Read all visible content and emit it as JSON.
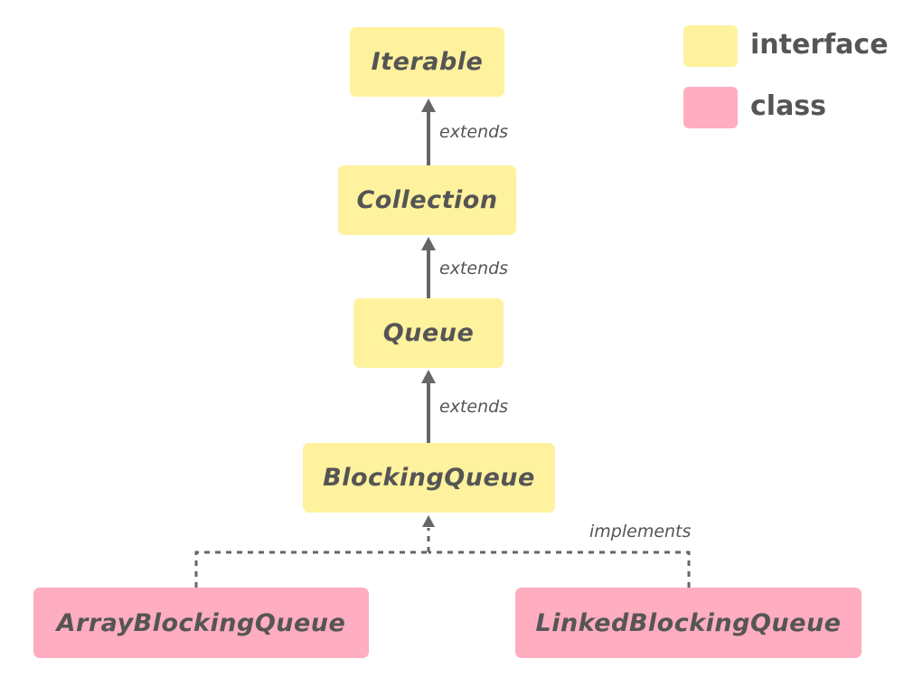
{
  "nodes": {
    "iterable": "Iterable",
    "collection": "Collection",
    "queue": "Queue",
    "blocking_queue": "BlockingQueue",
    "array_blocking_queue": "ArrayBlockingQueue",
    "linked_blocking_queue": "LinkedBlockingQueue"
  },
  "edges": {
    "collection_to_iterable": "extends",
    "queue_to_collection": "extends",
    "blockingqueue_to_queue": "extends",
    "classes_to_blockingqueue": "implements"
  },
  "legend": {
    "interface": "interface",
    "class": "class"
  },
  "colors": {
    "interface": "#fff29e",
    "class": "#ffadc0",
    "text": "#555555",
    "arrow": "#666666"
  }
}
